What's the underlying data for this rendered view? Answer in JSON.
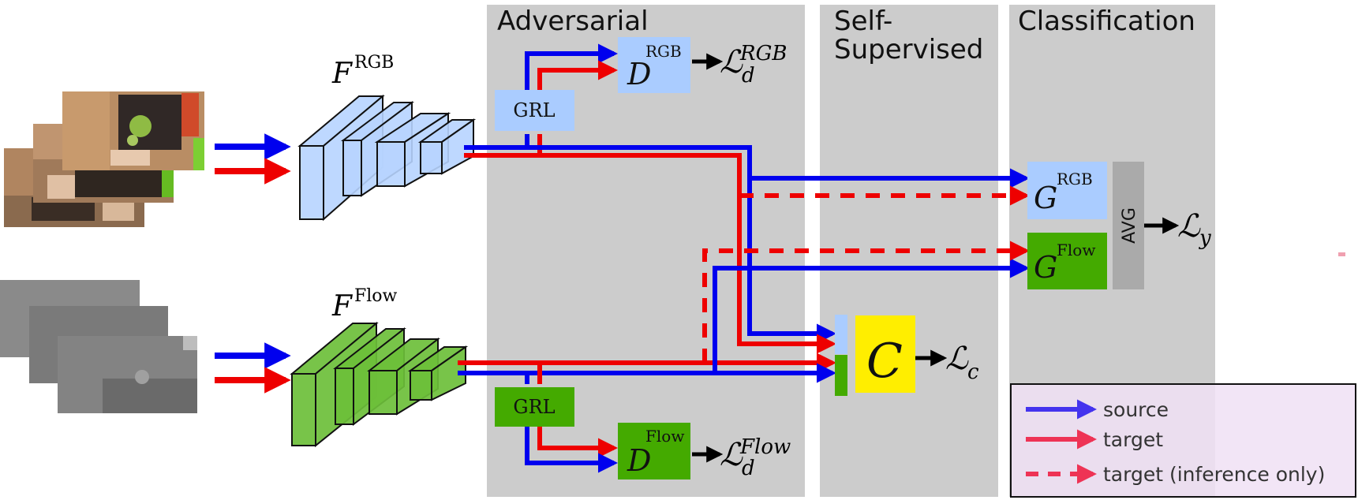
{
  "panels": {
    "adversarial": "Adversarial",
    "self_supervised_line1": "Self-",
    "self_supervised_line2": "Supervised",
    "classification": "Classification"
  },
  "blocks": {
    "grl": "GRL",
    "avg": "AVG",
    "c": "C",
    "d": "D",
    "g": "G",
    "f": "F"
  },
  "superscripts": {
    "rgb": "RGB",
    "flow": "Flow"
  },
  "losses": {
    "script_l": "ℒ",
    "d_rgb_sup": "RGB",
    "d_rgb_sub": "d",
    "d_flow_sup": "Flow",
    "d_flow_sub": "d",
    "c_sub": "c",
    "y_sub": "y"
  },
  "legend": {
    "items": [
      {
        "label": "source",
        "color": "#0000ee",
        "style": "solid"
      },
      {
        "label": "target",
        "color": "#ee0000",
        "style": "solid"
      },
      {
        "label": "target (inference only)",
        "color": "#ee0000",
        "style": "dashed"
      }
    ]
  },
  "colors": {
    "source": "#0000ee",
    "target": "#ee0000",
    "rgb_block": "#aaccff",
    "flow_block": "#44aa00",
    "classifier": "#ffee00",
    "panel": "#cccccc",
    "avg": "#aaaaaa",
    "legend_bg": "#f0e0f4"
  }
}
